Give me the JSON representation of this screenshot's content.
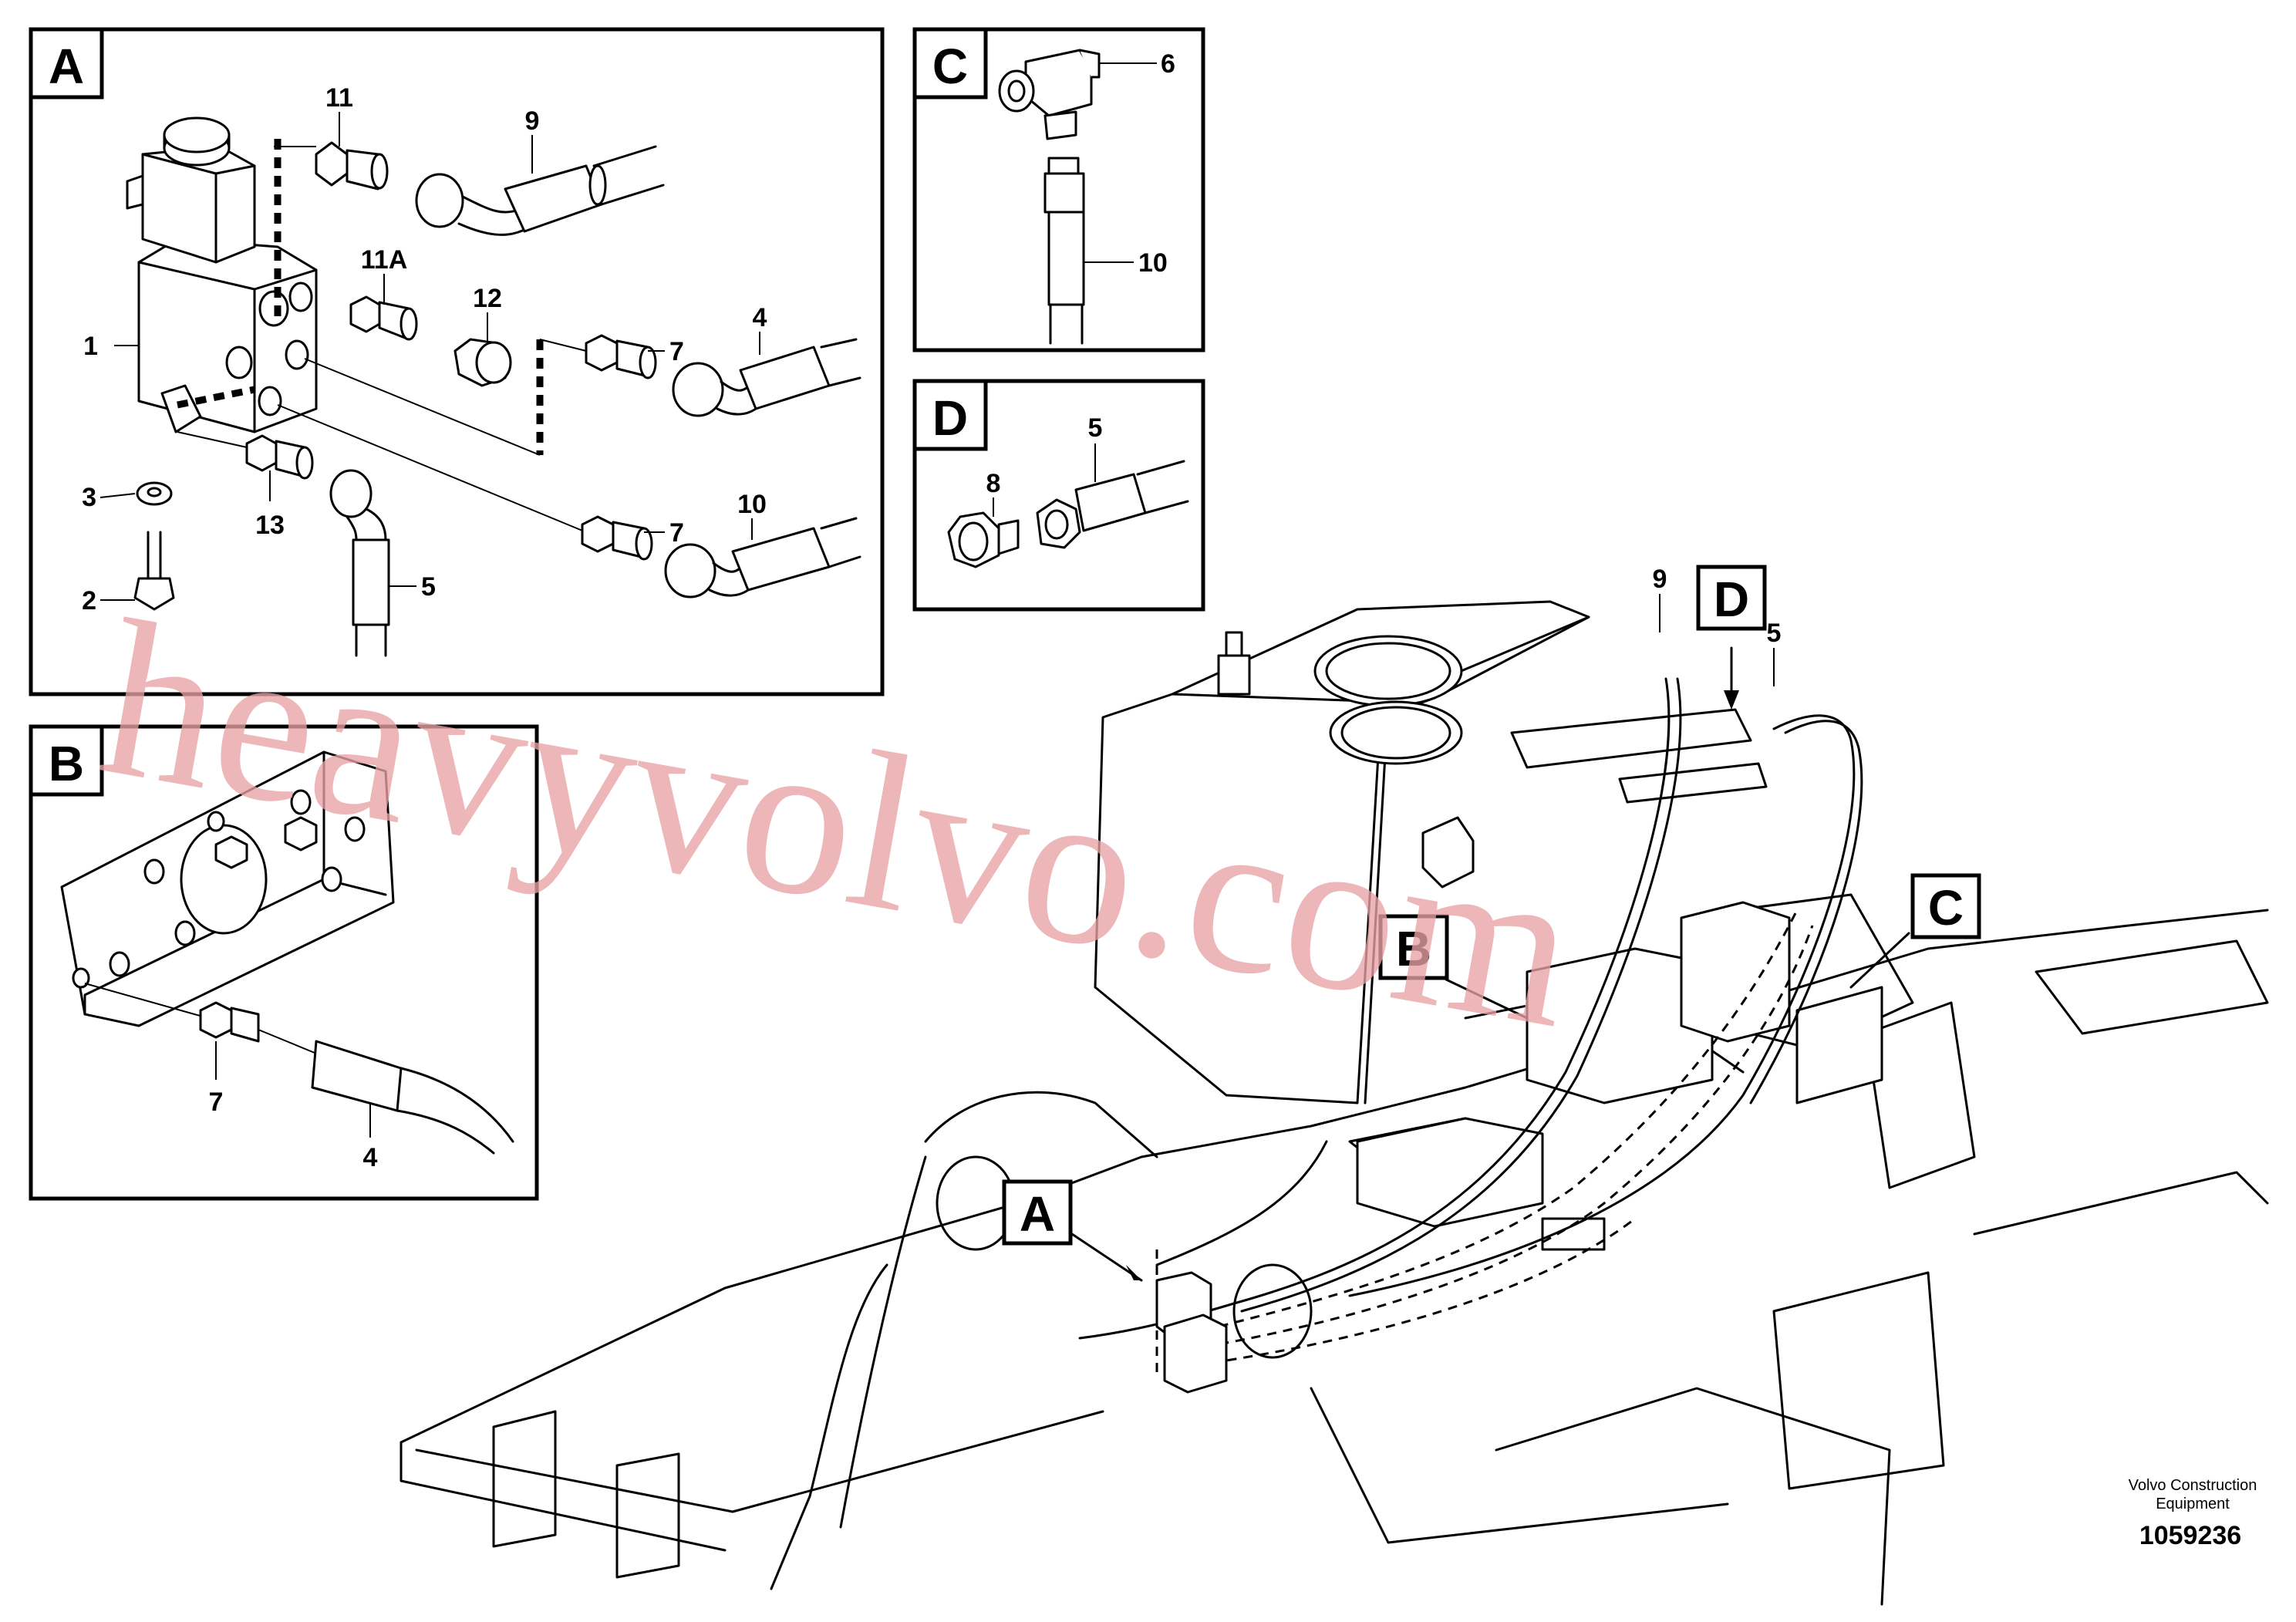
{
  "watermark": "heavyvolvo.com",
  "footer": {
    "brand": "Volvo Construction Equipment",
    "brand_line1": "Volvo Construction",
    "brand_line2": "Equipment",
    "drawing_number": "1059236"
  },
  "panels": {
    "A": {
      "letter": "A",
      "callouts": [
        "1",
        "2",
        "3",
        "13",
        "11",
        "11A",
        "12",
        "9",
        "7",
        "4",
        "7",
        "10",
        "5"
      ]
    },
    "B": {
      "letter": "B",
      "callouts": [
        "7",
        "4"
      ]
    },
    "C": {
      "letter": "C",
      "callouts": [
        "6",
        "10"
      ]
    },
    "D": {
      "letter": "D",
      "callouts": [
        "8",
        "5"
      ]
    }
  },
  "main_view": {
    "markers": [
      "A",
      "B",
      "C",
      "D"
    ],
    "callouts": [
      "9",
      "5"
    ]
  }
}
